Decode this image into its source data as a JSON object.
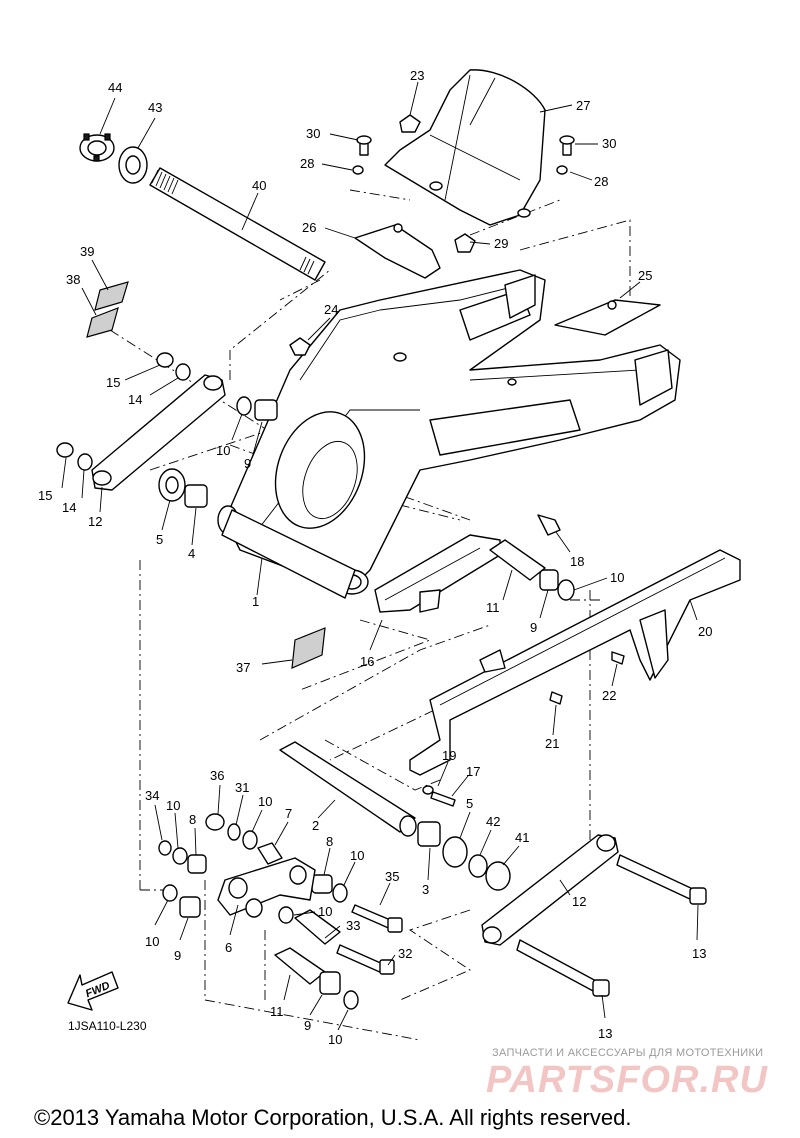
{
  "diagram": {
    "catalog_code": "1JSA110-L230",
    "fwd_label": "FWD",
    "copyright": "©2013 Yamaha Motor Corporation, U.S.A. All rights reserved.",
    "watermark_text": "ЗАПЧАСТИ И АКСЕССУАРЫ ДЛЯ МОТОТЕХНИКИ",
    "watermark_logo": "PARTSFOR.RU",
    "callouts": [
      {
        "id": "c44",
        "label": "44"
      },
      {
        "id": "c43",
        "label": "43"
      },
      {
        "id": "c40",
        "label": "40"
      },
      {
        "id": "c39",
        "label": "39"
      },
      {
        "id": "c38",
        "label": "38"
      },
      {
        "id": "c23",
        "label": "23"
      },
      {
        "id": "c27",
        "label": "27"
      },
      {
        "id": "c30a",
        "label": "30"
      },
      {
        "id": "c28a",
        "label": "28"
      },
      {
        "id": "c30b",
        "label": "30"
      },
      {
        "id": "c28b",
        "label": "28"
      },
      {
        "id": "c26",
        "label": "26"
      },
      {
        "id": "c29",
        "label": "29"
      },
      {
        "id": "c25",
        "label": "25"
      },
      {
        "id": "c24",
        "label": "24"
      },
      {
        "id": "c15a",
        "label": "15"
      },
      {
        "id": "c14a",
        "label": "14"
      },
      {
        "id": "c10a",
        "label": "10"
      },
      {
        "id": "c9a",
        "label": "9"
      },
      {
        "id": "c15b",
        "label": "15"
      },
      {
        "id": "c14b",
        "label": "14"
      },
      {
        "id": "c12a",
        "label": "12"
      },
      {
        "id": "c5a",
        "label": "5"
      },
      {
        "id": "c4",
        "label": "4"
      },
      {
        "id": "c1",
        "label": "1"
      },
      {
        "id": "c18",
        "label": "18"
      },
      {
        "id": "c10b",
        "label": "10"
      },
      {
        "id": "c11a",
        "label": "11"
      },
      {
        "id": "c9b",
        "label": "9"
      },
      {
        "id": "c20",
        "label": "20"
      },
      {
        "id": "c37",
        "label": "37"
      },
      {
        "id": "c16",
        "label": "16"
      },
      {
        "id": "c22",
        "label": "22"
      },
      {
        "id": "c21",
        "label": "21"
      },
      {
        "id": "c19",
        "label": "19"
      },
      {
        "id": "c17",
        "label": "17"
      },
      {
        "id": "c36",
        "label": "36"
      },
      {
        "id": "c34",
        "label": "34"
      },
      {
        "id": "c31",
        "label": "31"
      },
      {
        "id": "c10c",
        "label": "10"
      },
      {
        "id": "c10d",
        "label": "10"
      },
      {
        "id": "c8a",
        "label": "8"
      },
      {
        "id": "c7",
        "label": "7"
      },
      {
        "id": "c2",
        "label": "2"
      },
      {
        "id": "c5b",
        "label": "5"
      },
      {
        "id": "c42",
        "label": "42"
      },
      {
        "id": "c41",
        "label": "41"
      },
      {
        "id": "c8b",
        "label": "8"
      },
      {
        "id": "c10e",
        "label": "10"
      },
      {
        "id": "c35",
        "label": "35"
      },
      {
        "id": "c3",
        "label": "3"
      },
      {
        "id": "c12b",
        "label": "12"
      },
      {
        "id": "c13a",
        "label": "13"
      },
      {
        "id": "c10f",
        "label": "10"
      },
      {
        "id": "c9c",
        "label": "9"
      },
      {
        "id": "c6",
        "label": "6"
      },
      {
        "id": "c10g",
        "label": "10"
      },
      {
        "id": "c33",
        "label": "33"
      },
      {
        "id": "c32",
        "label": "32"
      },
      {
        "id": "c11b",
        "label": "11"
      },
      {
        "id": "c9d",
        "label": "9"
      },
      {
        "id": "c10h",
        "label": "10"
      },
      {
        "id": "c13b",
        "label": "13"
      }
    ]
  }
}
